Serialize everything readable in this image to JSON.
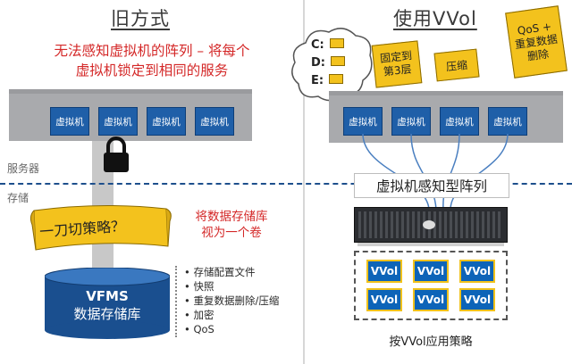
{
  "left": {
    "title": "旧方式",
    "subtitle_line1": "无法感知虚拟机的阵列 – 将每个",
    "subtitle_line2": "虚拟机锁定到相同的服务",
    "vm_label": "虚拟机",
    "policy_banner": "一刀切策略？",
    "volume_note_line1": "将数据存储库",
    "volume_note_line2": "视为一个卷",
    "datastore_line1": "VFMS",
    "datastore_line2": "数据存储库",
    "features": [
      "存储配置文件",
      "快照",
      "重复数据删除/压缩",
      "加密",
      "QoS"
    ]
  },
  "layers": {
    "server": "服务器",
    "storage": "存储"
  },
  "right": {
    "title": "使用VVol",
    "vm_label": "虚拟机",
    "drives": [
      "C:",
      "D:",
      "E:"
    ],
    "banner_tier": "固定到\n第3层",
    "banner_compress": "压缩",
    "banner_qos": "QoS +\n重复数据\n删除",
    "aware_array": "虚拟机感知型阵列",
    "vvol_label": "VVol",
    "policy_caption": "按VVol应用策略"
  },
  "colors": {
    "vm_blue": "#1f5fa8",
    "banner_yellow": "#f3c21d",
    "accent_red": "#d42828",
    "dash_blue": "#1d4f8c"
  }
}
